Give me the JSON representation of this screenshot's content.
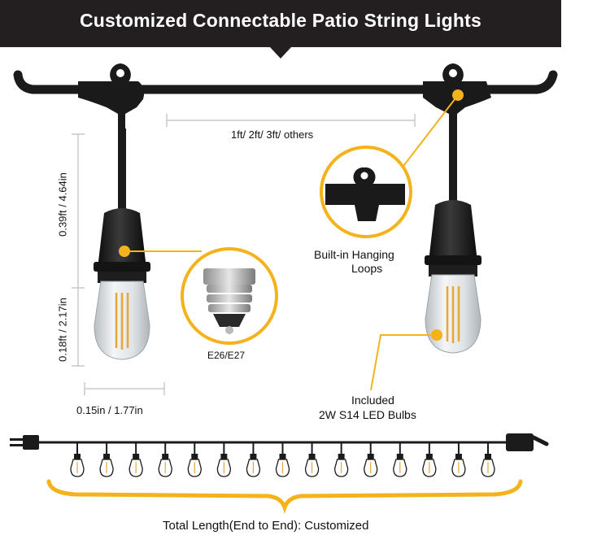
{
  "title": "Customized Connectable Patio String Lights",
  "labels": {
    "spacing": "1ft/ 2ft/ 3ft/ others",
    "socket_height": "0.39ft / 4.64in",
    "bulb_height": "0.18ft / 2.17in",
    "bulb_width": "0.15in / 1.77in",
    "base_type": "E26/E27",
    "loops_line1": "Built-in Hanging",
    "loops_line2": "Loops",
    "bulbs_line1": "Included",
    "bulbs_line2": "2W S14 LED Bulbs",
    "total_length": "Total Length(End to End):  Customized"
  },
  "colors": {
    "banner": "#231f20",
    "accent": "#f4b21c",
    "cable": "#1b1b1b",
    "glass": "#d9dde0",
    "filament": "#e8a53a"
  },
  "string_bulb_count": 15
}
